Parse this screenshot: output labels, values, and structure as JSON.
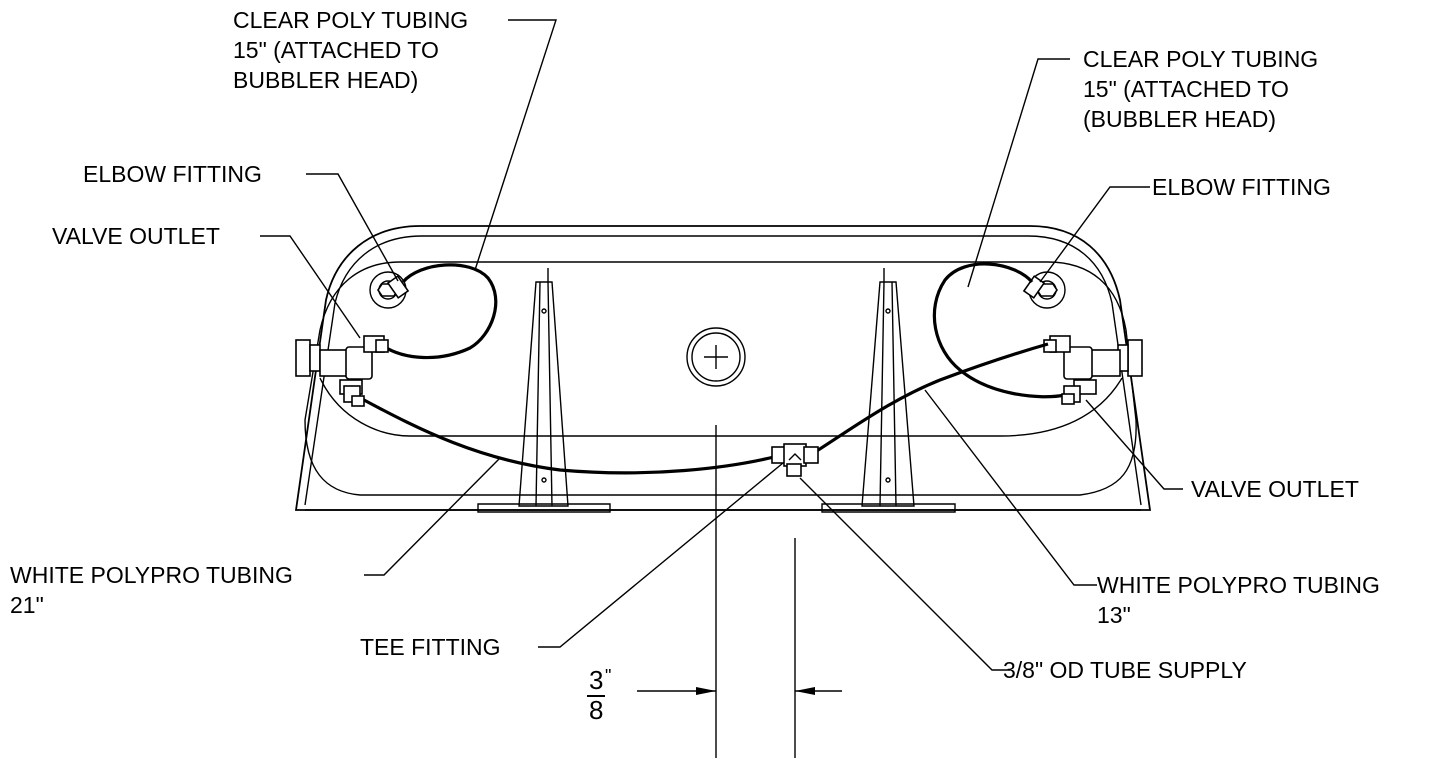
{
  "labels": {
    "clear_tubing_left": "CLEAR POLY TUBING\n15\" (ATTACHED TO\nBUBBLER HEAD)",
    "clear_tubing_right": "CLEAR POLY TUBING\n15\" (ATTACHED TO\n(BUBBLER HEAD)",
    "elbow_left": "ELBOW FITTING",
    "elbow_right": "ELBOW FITTING",
    "valve_outlet_left": "VALVE OUTLET",
    "valve_outlet_right": "VALVE OUTLET",
    "white_tubing_left": "WHITE POLYPRO TUBING\n21\"",
    "white_tubing_right": "WHITE POLYPRO TUBING\n13\"",
    "tee_fitting": "TEE FITTING",
    "tube_supply": "3/8\" OD TUBE SUPPLY"
  },
  "dimension": {
    "numerator": "3",
    "inch_mark": "\"",
    "denominator": "8"
  }
}
